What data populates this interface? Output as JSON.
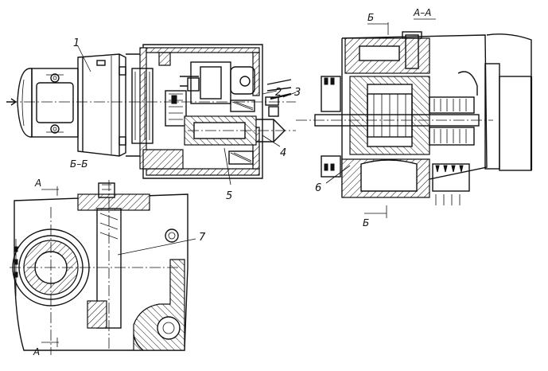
{
  "labels": {
    "motor": "1",
    "part_2": "2",
    "part_3": "3",
    "part_4": "4",
    "part_5": "5",
    "part_6": "6",
    "part_7": "7"
  },
  "section_titles": {
    "aa": "А–А",
    "bb": "Б–Б"
  },
  "section_marks": {
    "a_top": "А",
    "a_bottom": "А",
    "b_top": "Б",
    "b_bottom": "Б"
  }
}
